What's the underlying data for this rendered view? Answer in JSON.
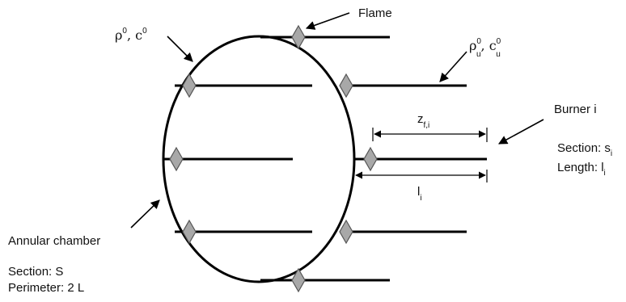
{
  "labels": {
    "flame": "Flame",
    "chamber_props": {
      "rho": "ρ",
      "rho_sup": "0",
      "sep": ", ",
      "c": "c",
      "c_sup": "0"
    },
    "burner_props": {
      "rho": "ρ",
      "rho_sup": "0",
      "rho_sub": "u",
      "sep": ", ",
      "c": "c",
      "c_sup": "0",
      "c_sub": "u"
    },
    "burner_name": "Burner i",
    "burner_section": "Section: s",
    "burner_section_sub": "i",
    "burner_length": "Length: l",
    "burner_length_sub": "i",
    "zf": "z",
    "zf_sub": "f,i",
    "li": "l",
    "li_sub": "i",
    "chamber_name": "Annular chamber",
    "chamber_section": "Section: S",
    "chamber_perimeter": "Perimeter: 2 L"
  },
  "colors": {
    "line": "#000000",
    "flame_fill": "#a8a8a8",
    "flame_stroke": "#555555"
  }
}
